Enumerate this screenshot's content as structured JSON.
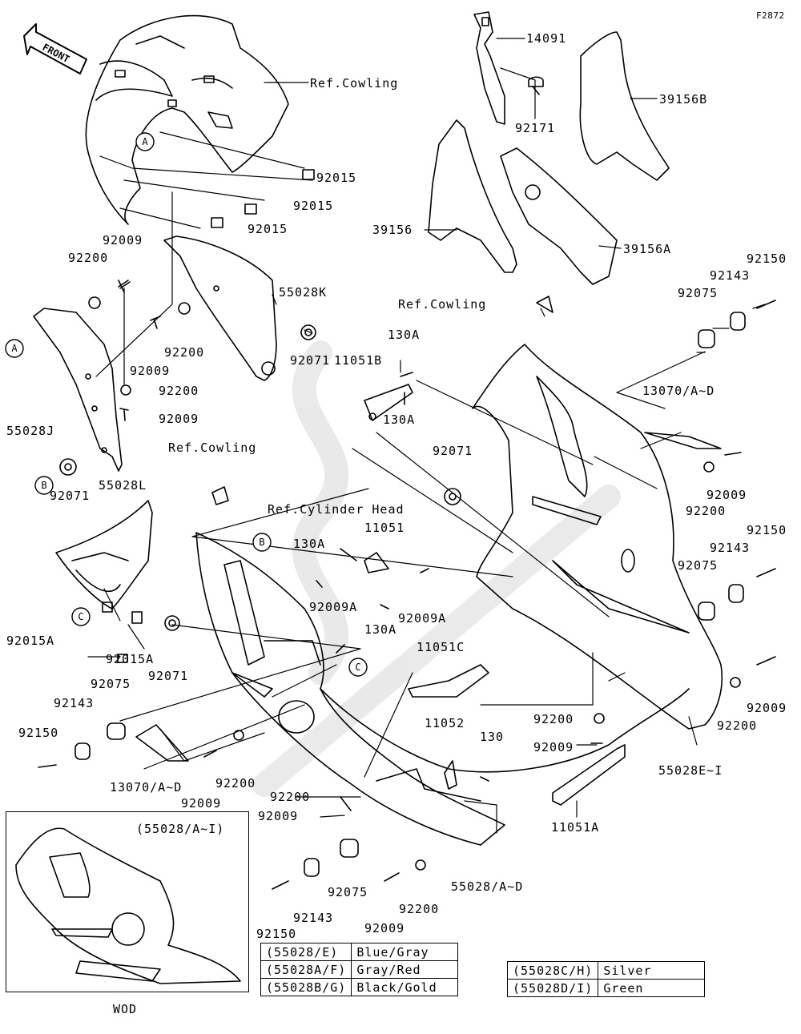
{
  "figure_code": "F2872",
  "front_arrow_label": "FRONT",
  "callouts": [
    {
      "id": "14091",
      "text": "14091"
    },
    {
      "id": "92171",
      "text": "92171"
    },
    {
      "id": "39156B",
      "text": "39156B"
    },
    {
      "id": "ref-cowling-1",
      "text": "Ref.Cowling"
    },
    {
      "id": "92015-a",
      "text": "92015"
    },
    {
      "id": "92015-b",
      "text": "92015"
    },
    {
      "id": "92015-c",
      "text": "92015"
    },
    {
      "id": "39156",
      "text": "39156"
    },
    {
      "id": "39156A",
      "text": "39156A"
    },
    {
      "id": "92009-a",
      "text": "92009"
    },
    {
      "id": "92200-a",
      "text": "92200"
    },
    {
      "id": "55028K",
      "text": "55028K"
    },
    {
      "id": "92200-b",
      "text": "92200"
    },
    {
      "id": "92009-b",
      "text": "92009"
    },
    {
      "id": "92071-a",
      "text": "92071"
    },
    {
      "id": "92200-c",
      "text": "92200"
    },
    {
      "id": "92009-c",
      "text": "92009"
    },
    {
      "id": "55028J",
      "text": "55028J"
    },
    {
      "id": "92071-b",
      "text": "92071"
    },
    {
      "id": "ref-cowling-2",
      "text": "Ref.Cowling"
    },
    {
      "id": "130A-a",
      "text": "130A"
    },
    {
      "id": "11051B",
      "text": "11051B"
    },
    {
      "id": "130A-b",
      "text": "130A"
    },
    {
      "id": "92075-a",
      "text": "92075"
    },
    {
      "id": "92143-a",
      "text": "92143"
    },
    {
      "id": "92150-a",
      "text": "92150"
    },
    {
      "id": "13070-a",
      "text": "13070/A~D"
    },
    {
      "id": "92071-c",
      "text": "92071"
    },
    {
      "id": "ref-cowling-3",
      "text": "Ref.Cowling"
    },
    {
      "id": "55028L",
      "text": "55028L"
    },
    {
      "id": "ref-cylinder-head",
      "text": "Ref.Cylinder Head"
    },
    {
      "id": "11051",
      "text": "11051"
    },
    {
      "id": "130A-c",
      "text": "130A"
    },
    {
      "id": "92009-d",
      "text": "92009"
    },
    {
      "id": "92200-d",
      "text": "92200"
    },
    {
      "id": "92143-b",
      "text": "92143"
    },
    {
      "id": "92150-b",
      "text": "92150"
    },
    {
      "id": "92075-b",
      "text": "92075"
    },
    {
      "id": "92009A-a",
      "text": "92009A"
    },
    {
      "id": "92009A-b",
      "text": "92009A"
    },
    {
      "id": "130A-d",
      "text": "130A"
    },
    {
      "id": "92015A-a",
      "text": "92015A"
    },
    {
      "id": "92015A-b",
      "text": "92015A"
    },
    {
      "id": "92071-d",
      "text": "92071"
    },
    {
      "id": "11051C",
      "text": "11051C"
    },
    {
      "id": "92009-e",
      "text": "92009"
    },
    {
      "id": "92075-c",
      "text": "92075"
    },
    {
      "id": "92143-c",
      "text": "92143"
    },
    {
      "id": "92150-c",
      "text": "92150"
    },
    {
      "id": "92200-e",
      "text": "92200"
    },
    {
      "id": "92200-f",
      "text": "92200"
    },
    {
      "id": "92009-f",
      "text": "92009"
    },
    {
      "id": "55028E-I",
      "text": "55028E~I"
    },
    {
      "id": "11052",
      "text": "11052"
    },
    {
      "id": "130",
      "text": "130"
    },
    {
      "id": "13070-b",
      "text": "13070/A~D"
    },
    {
      "id": "92009-g",
      "text": "92009"
    },
    {
      "id": "92200-g",
      "text": "92200"
    },
    {
      "id": "92200-h",
      "text": "92200"
    },
    {
      "id": "92009-h",
      "text": "92009"
    },
    {
      "id": "11051A",
      "text": "11051A"
    },
    {
      "id": "55028A-D",
      "text": "55028/A~D"
    },
    {
      "id": "92075-d",
      "text": "92075"
    },
    {
      "id": "92200-i",
      "text": "92200"
    },
    {
      "id": "92143-d",
      "text": "92143"
    },
    {
      "id": "92009-i",
      "text": "92009"
    },
    {
      "id": "92150-d",
      "text": "92150"
    }
  ],
  "circle_refs": {
    "a_top": "A",
    "a_left": "A",
    "b_left": "B",
    "b_mid": "B",
    "c_left": "C",
    "c_mid": "C"
  },
  "inset": {
    "title": "(55028/A~I)",
    "caption": "WOD"
  },
  "color_table_left": [
    {
      "code": "(55028/E)",
      "color": "Blue/Gray"
    },
    {
      "code": "(55028A/F)",
      "color": "Gray/Red"
    },
    {
      "code": "(55028B/G)",
      "color": "Black/Gold"
    }
  ],
  "color_table_right": [
    {
      "code": "(55028C/H)",
      "color": "Silver"
    },
    {
      "code": "(55028D/I)",
      "color": "Green"
    }
  ]
}
